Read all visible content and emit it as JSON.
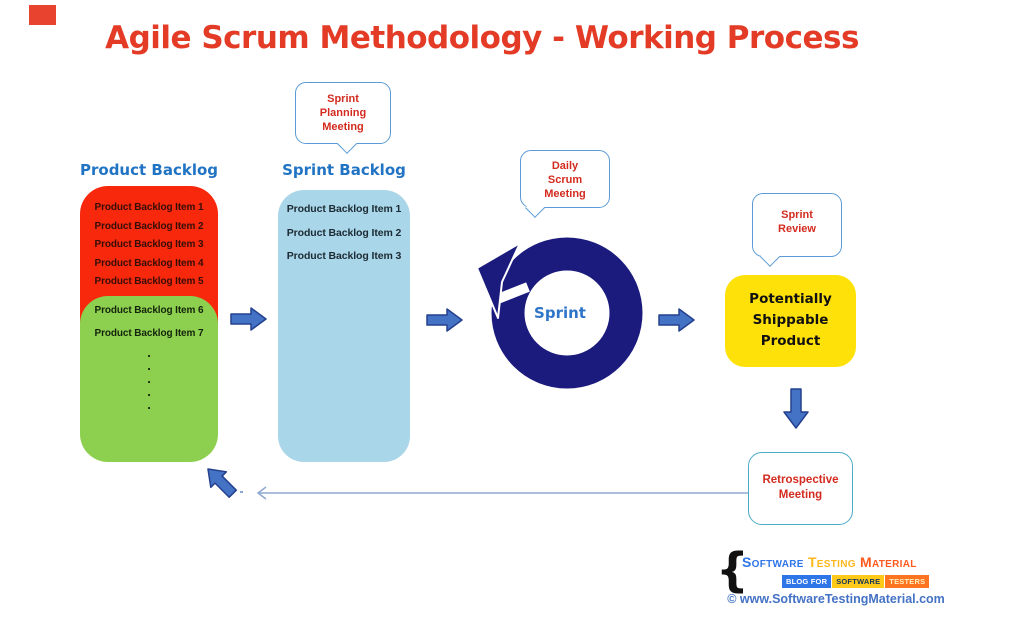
{
  "title": "Agile Scrum Methodology - Working Process",
  "product_backlog": {
    "label": "Product Backlog",
    "red_items": [
      "Product Backlog Item 1",
      "Product Backlog Item 2",
      "Product Backlog Item 3",
      "Product Backlog Item 4",
      "Product Backlog Item 5"
    ],
    "green_items": [
      "Product Backlog Item 6",
      "Product Backlog Item 7"
    ],
    "dots": [
      ".",
      ".",
      ".",
      ".",
      "."
    ]
  },
  "sprint_backlog": {
    "label": "Sprint Backlog",
    "items": [
      "Product Backlog Item 1",
      "Product Backlog Item 2",
      "Product Backlog Item 3"
    ]
  },
  "bubbles": {
    "sprint_planning": {
      "lines": [
        "Sprint",
        "Planning",
        "Meeting"
      ]
    },
    "daily_scrum": {
      "lines": [
        "Daily",
        "Scrum",
        "Meeting"
      ]
    },
    "sprint_review": {
      "lines": [
        "Sprint",
        "Review"
      ]
    },
    "retrospective": {
      "lines": [
        "Retrospective",
        "Meeting"
      ]
    }
  },
  "sprint_cycle": {
    "label": "Sprint"
  },
  "shippable_product": {
    "lines": [
      "Potentially",
      "Shippable",
      "Product"
    ]
  },
  "footer": {
    "brace": "{",
    "brand": [
      "Software",
      "Testing",
      "Material"
    ],
    "badge": [
      "BLOG FOR",
      "SOFTWARE",
      "TESTERS"
    ],
    "copyright": "© www.SoftwareTestingMaterial.com"
  },
  "colors": {
    "title_red": "#e33b26",
    "header_blue": "#2173c4",
    "backlog_red": "#f8280c",
    "backlog_green": "#8dd04f",
    "sprint_box_blue": "#a9d6e9",
    "cycle_navy": "#1b1b7e",
    "shippable_yellow": "#ffe10a",
    "block_arrow_blue": "#4472c4",
    "bubble_text_red": "#d32b1f",
    "bubble_border_blue": "#5b9bd5",
    "retro_border_teal": "#4bacc6"
  }
}
